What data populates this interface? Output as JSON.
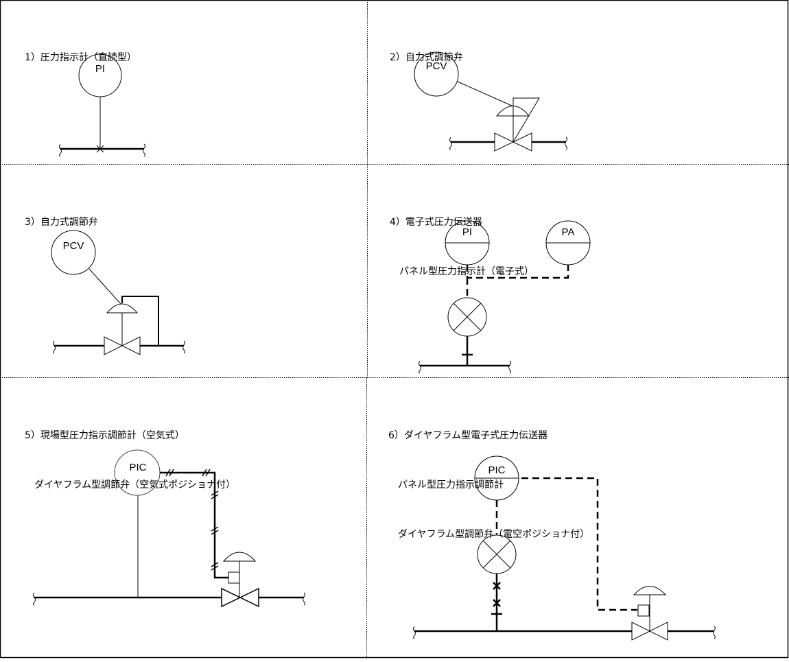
{
  "diagram": {
    "title": "Pressure instrumentation symbols",
    "panels": [
      {
        "id": 1,
        "lines": [
          "1）圧力指示計（直読型）"
        ],
        "instruments": [
          "PI"
        ]
      },
      {
        "id": 2,
        "lines": [
          "2）自力式調節弁"
        ],
        "instruments": [
          "PCV"
        ]
      },
      {
        "id": 3,
        "lines": [
          "3）自力式調節弁"
        ],
        "instruments": [
          "PCV"
        ]
      },
      {
        "id": 4,
        "lines": [
          "4）電子式圧力伝送器",
          "　パネル型圧力指示計（電子式）"
        ],
        "instruments": [
          "PI",
          "PA"
        ]
      },
      {
        "id": 5,
        "lines": [
          "5）現場型圧力指示調節計（空気式）",
          "　ダイヤフラム型調節弁（空気式ポジショナ付）"
        ],
        "instruments": [
          "PIC"
        ]
      },
      {
        "id": 6,
        "lines": [
          "6）ダイヤフラム型電子式圧力伝送器",
          "　パネル型圧力指示調節計",
          "　ダイヤフラム型調節弁（電空ポジショナ付）"
        ],
        "instruments": [
          "PIC"
        ]
      }
    ]
  }
}
